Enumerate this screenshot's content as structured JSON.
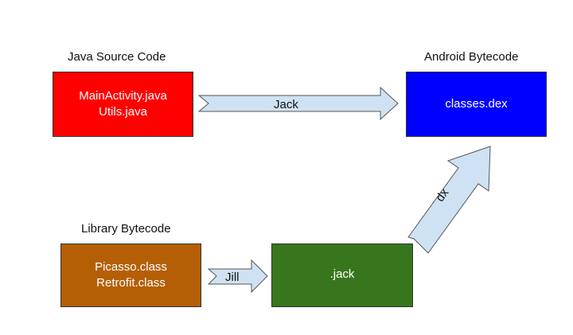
{
  "labels": {
    "java_source": "Java Source Code",
    "android_bytecode": "Android Bytecode",
    "library_bytecode": "Library Bytecode"
  },
  "boxes": {
    "java": {
      "lines": [
        "MainActivity.java",
        "Utils.java"
      ],
      "color": "#ff0000"
    },
    "dex": {
      "lines": [
        "classes.dex"
      ],
      "color": "#0000ff"
    },
    "library": {
      "lines": [
        "Picasso.class",
        "Retrofit.class"
      ],
      "color": "#b45f06"
    },
    "jack_file": {
      "lines": [
        ".jack"
      ],
      "color": "#38761d"
    }
  },
  "arrows": {
    "jack": "Jack",
    "jill": "Jill",
    "dx": "dx",
    "fill": "#cfe2f3"
  }
}
